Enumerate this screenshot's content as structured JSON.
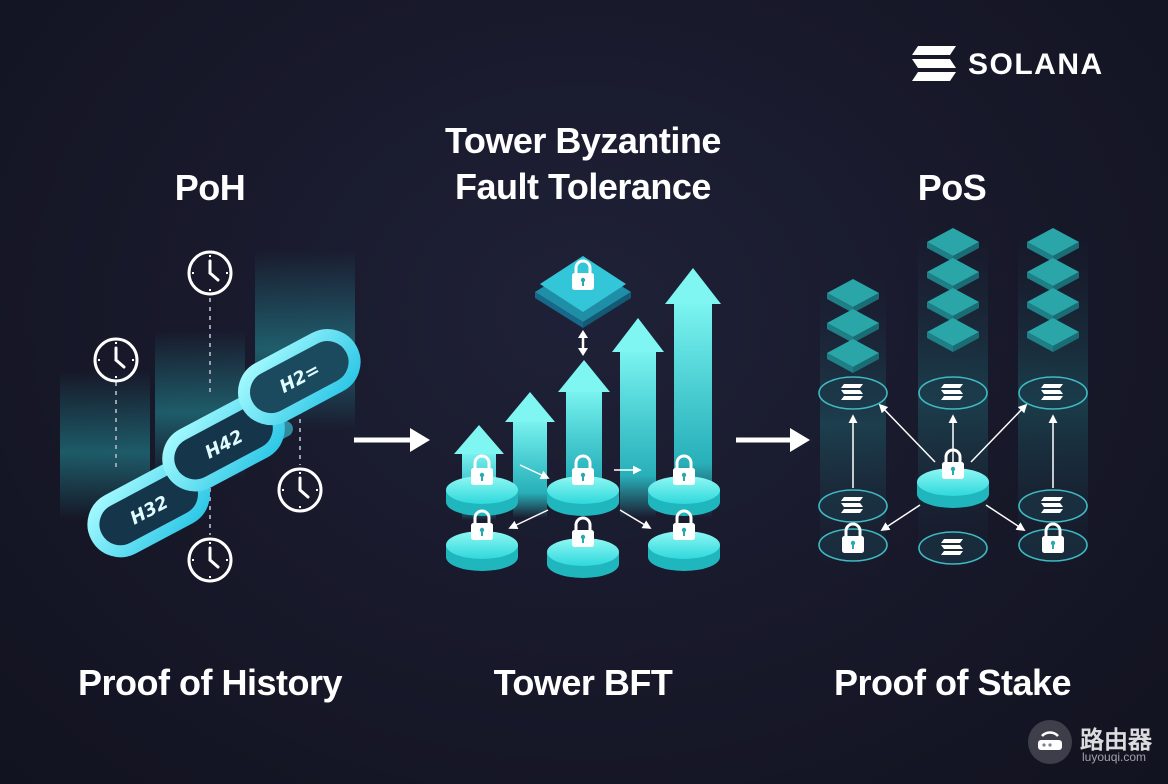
{
  "brand": {
    "name": "SOLANA",
    "logo_icon": "solana-logo-icon"
  },
  "sections": [
    {
      "top_label": "PoH",
      "bottom_label": "Proof of History",
      "chain_links": [
        "H32",
        "H42",
        "H2="
      ]
    },
    {
      "top_label_line1": "Tower Byzantine",
      "top_label_line2": "Fault Tolerance",
      "bottom_label": "Tower BFT"
    },
    {
      "top_label": "PoS",
      "bottom_label": "Proof of Stake"
    }
  ],
  "watermark": {
    "cn": "路由器",
    "en": "luyouqi.com"
  },
  "colors": {
    "background": "#171829",
    "accent_cyan": "#3fe6ea",
    "accent_teal": "#2a9a9e",
    "text": "#ffffff"
  }
}
